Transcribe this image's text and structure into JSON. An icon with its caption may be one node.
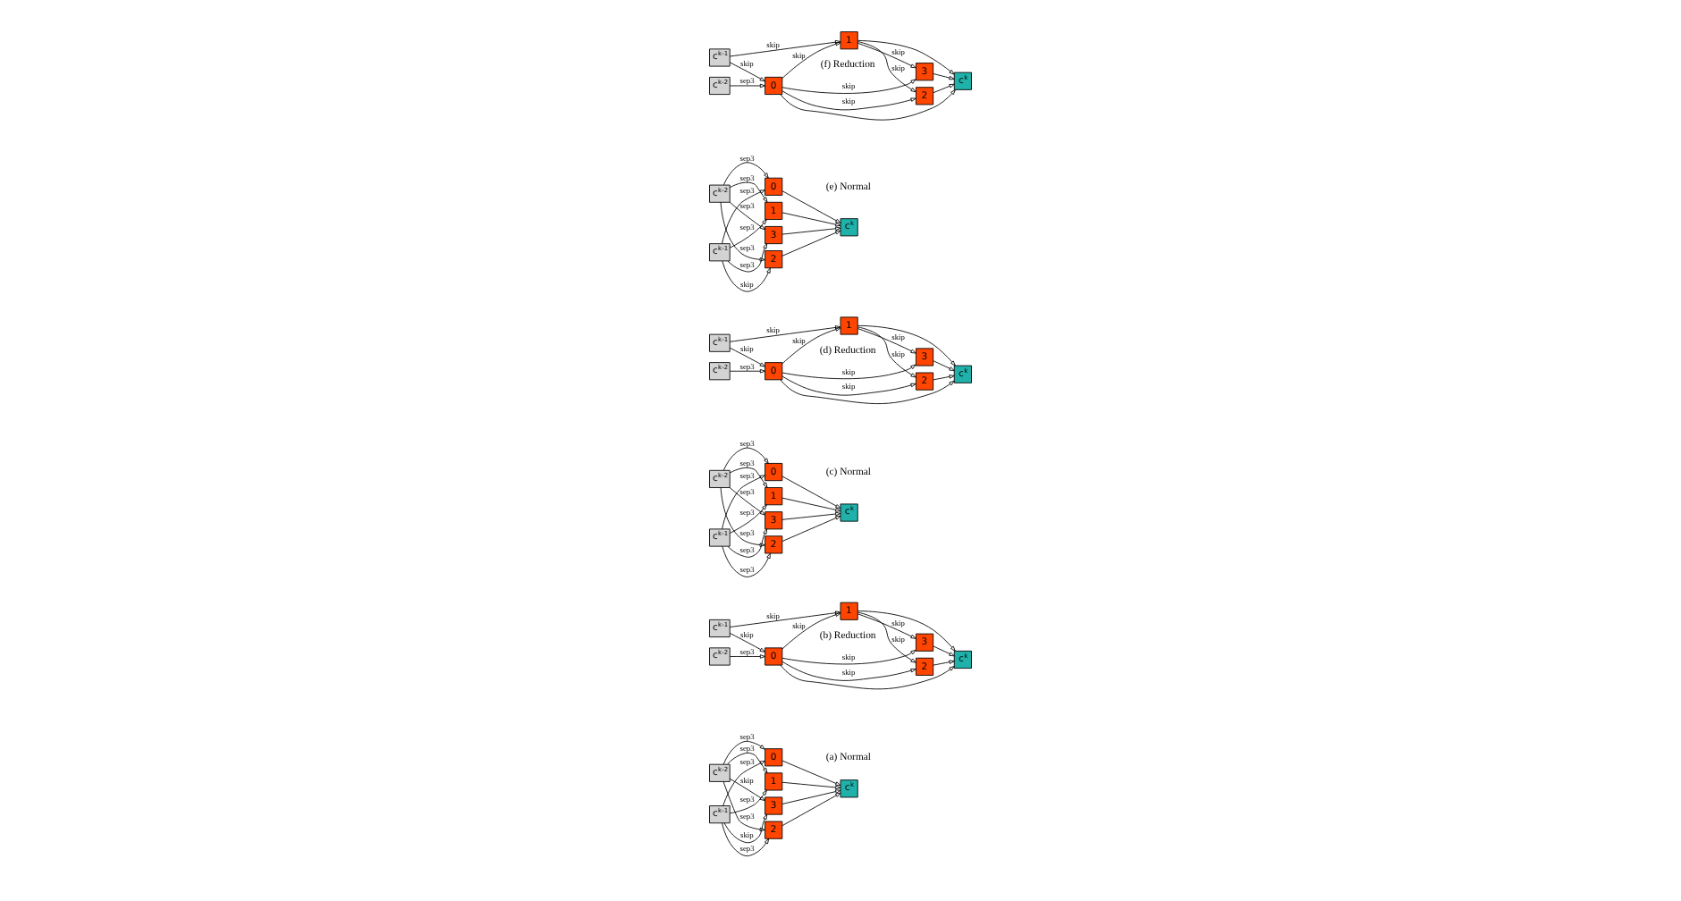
{
  "diagram": {
    "nodes": [
      {
        "text": [
          "c$^{k-2}$"
        ]
      },
      {
        "text": [
          "c$^{k-1}$"
        ]
      },
      {
        "text": [
          "0"
        ]
      },
      {
        "text": [
          "1"
        ]
      },
      {
        "text": [
          "2"
        ]
      },
      {
        "text": [
          "3"
        ]
      },
      {
        "text": [
          "c$^{k}$"
        ]
      },
      {
        "text": [
          "c$^{k-1}$"
        ]
      },
      {
        "text": [
          "c$^{k-2}$"
        ]
      },
      {
        "text": [
          "0"
        ]
      },
      {
        "text": [
          "1"
        ]
      },
      {
        "text": [
          "2"
        ]
      },
      {
        "text": [
          "3"
        ]
      },
      {
        "text": [
          "c$^{k}$"
        ]
      },
      {
        "text": [
          "c$^{k-2}$"
        ]
      },
      {
        "text": [
          "c$^{k-1}$"
        ]
      },
      {
        "text": [
          "0"
        ]
      },
      {
        "text": [
          "1"
        ]
      },
      {
        "text": [
          "2"
        ]
      },
      {
        "text": [
          "3"
        ]
      },
      {
        "text": [
          "c$^{k}$"
        ]
      },
      {
        "text": [
          "c$^{k-1}$"
        ]
      },
      {
        "text": [
          "c$^{k-2}$"
        ]
      },
      {
        "text": [
          "0"
        ]
      },
      {
        "text": [
          "1"
        ]
      },
      {
        "text": [
          "2"
        ]
      },
      {
        "text": [
          "3"
        ]
      },
      {
        "text": [
          "c$^{k}$"
        ]
      },
      {
        "text": [
          "c$^{k-2}$"
        ]
      },
      {
        "text": [
          "c$^{k-1}$"
        ]
      },
      {
        "text": [
          "0"
        ]
      },
      {
        "text": [
          "1"
        ]
      },
      {
        "text": [
          "2"
        ]
      },
      {
        "text": [
          "3"
        ]
      },
      {
        "text": [
          "c$^{k}$"
        ]
      },
      {
        "text": [
          "c$^{k-1}$"
        ]
      },
      {
        "text": [
          "c$^{k-2}$"
        ]
      },
      {
        "text": [
          "0"
        ]
      },
      {
        "text": [
          "1"
        ]
      },
      {
        "text": [
          "2"
        ]
      },
      {
        "text": [
          "3"
        ]
      },
      {
        "text": [
          "c$^{k}$"
        ]
      }
    ],
    "edges": [
      {
        "from": 0,
        "to": 2,
        "arrow": "to",
        "label": "sep3"
      },
      {
        "from": 0,
        "to": 5,
        "arrow": "to",
        "label": "skip"
      },
      {
        "from": 1,
        "to": 2,
        "arrow": "to",
        "label": "sep3"
      },
      {
        "from": 0,
        "to": 4,
        "arrow": "to",
        "label": "sep3"
      },
      {
        "from": 1,
        "to": 5,
        "arrow": "to",
        "label": "skip"
      },
      {
        "from": 0,
        "to": 3,
        "arrow": "to",
        "label": "sep3"
      },
      {
        "from": 1,
        "to": 4,
        "arrow": "to",
        "label": "sep3"
      },
      {
        "from": 1,
        "to": 3,
        "arrow": "to",
        "label": "sep3"
      },
      {
        "from": 2,
        "to": 6,
        "arrow": "to"
      },
      {
        "from": 5,
        "to": 6,
        "arrow": "to"
      },
      {
        "from": 4,
        "to": 6,
        "arrow": "to"
      },
      {
        "from": 3,
        "to": 6,
        "arrow": "to"
      },
      {
        "from": 7,
        "to": 10,
        "arrow": "to",
        "label": "skip"
      },
      {
        "from": 7,
        "to": 9,
        "arrow": "to",
        "label": "skip"
      },
      {
        "from": 8,
        "to": 9,
        "arrow": "to",
        "label": "sep3"
      },
      {
        "from": 9,
        "to": 11,
        "arrow": "to",
        "label": "skip"
      },
      {
        "from": 10,
        "to": 11,
        "arrow": "to",
        "label": "skip"
      },
      {
        "from": 9,
        "to": 10,
        "arrow": "to",
        "label": "skip"
      },
      {
        "from": 10,
        "to": 12,
        "arrow": "to",
        "label": "skip"
      },
      {
        "from": 9,
        "to": 12,
        "arrow": "to",
        "label": "skip"
      },
      {
        "from": 11,
        "to": 13,
        "arrow": "to"
      },
      {
        "from": 10,
        "to": 13,
        "arrow": "to"
      },
      {
        "from": 12,
        "to": 13,
        "arrow": "to"
      },
      {
        "from": 9,
        "to": 13,
        "arrow": "to"
      },
      {
        "from": 14,
        "to": 16,
        "arrow": "to",
        "label": "sep3"
      },
      {
        "from": 14,
        "to": 19,
        "arrow": "to",
        "label": "sep3"
      },
      {
        "from": 15,
        "to": 16,
        "arrow": "to",
        "label": "sep3"
      },
      {
        "from": 14,
        "to": 18,
        "arrow": "to",
        "label": "sep3"
      },
      {
        "from": 15,
        "to": 19,
        "arrow": "to",
        "label": "sep3"
      },
      {
        "from": 14,
        "to": 17,
        "arrow": "to",
        "label": "sep3"
      },
      {
        "from": 15,
        "to": 18,
        "arrow": "to",
        "label": "sep3"
      },
      {
        "from": 15,
        "to": 17,
        "arrow": "to",
        "label": "sep3"
      },
      {
        "from": 16,
        "to": 20,
        "arrow": "to"
      },
      {
        "from": 19,
        "to": 20,
        "arrow": "to"
      },
      {
        "from": 18,
        "to": 20,
        "arrow": "to"
      },
      {
        "from": 17,
        "to": 20,
        "arrow": "to"
      },
      {
        "from": 21,
        "to": 24,
        "arrow": "to",
        "label": "skip"
      },
      {
        "from": 21,
        "to": 23,
        "arrow": "to",
        "label": "skip"
      },
      {
        "from": 22,
        "to": 23,
        "arrow": "to",
        "label": "sep3"
      },
      {
        "from": 23,
        "to": 25,
        "arrow": "to",
        "label": "skip"
      },
      {
        "from": 24,
        "to": 25,
        "arrow": "to",
        "label": "skip"
      },
      {
        "from": 23,
        "to": 24,
        "arrow": "to",
        "label": "skip"
      },
      {
        "from": 24,
        "to": 26,
        "arrow": "to",
        "label": "skip"
      },
      {
        "from": 23,
        "to": 26,
        "arrow": "to",
        "label": "skip"
      },
      {
        "from": 25,
        "to": 27,
        "arrow": "to"
      },
      {
        "from": 24,
        "to": 27,
        "arrow": "to"
      },
      {
        "from": 26,
        "to": 27,
        "arrow": "to"
      },
      {
        "from": 23,
        "to": 27,
        "arrow": "to"
      },
      {
        "from": 28,
        "to": 30,
        "arrow": "to",
        "label": "sep3"
      },
      {
        "from": 28,
        "to": 33,
        "arrow": "to",
        "label": "sep3"
      },
      {
        "from": 29,
        "to": 30,
        "arrow": "to",
        "label": "sep3"
      },
      {
        "from": 28,
        "to": 32,
        "arrow": "to",
        "label": "sep3"
      },
      {
        "from": 29,
        "to": 33,
        "arrow": "to",
        "label": "sep3"
      },
      {
        "from": 28,
        "to": 31,
        "arrow": "to",
        "label": "sep3"
      },
      {
        "from": 29,
        "to": 32,
        "arrow": "to",
        "label": "skip"
      },
      {
        "from": 29,
        "to": 31,
        "arrow": "to",
        "label": "sep3"
      },
      {
        "from": 30,
        "to": 34,
        "arrow": "to"
      },
      {
        "from": 33,
        "to": 34,
        "arrow": "to"
      },
      {
        "from": 32,
        "to": 34,
        "arrow": "to"
      },
      {
        "from": 31,
        "to": 34,
        "arrow": "to"
      },
      {
        "from": 35,
        "to": 38,
        "arrow": "to",
        "label": "skip"
      },
      {
        "from": 35,
        "to": 37,
        "arrow": "to",
        "label": "skip"
      },
      {
        "from": 36,
        "to": 37,
        "arrow": "to",
        "label": "sep3"
      },
      {
        "from": 37,
        "to": 39,
        "arrow": "to",
        "label": "skip"
      },
      {
        "from": 38,
        "to": 39,
        "arrow": "to",
        "label": "skip"
      },
      {
        "from": 37,
        "to": 38,
        "arrow": "to",
        "label": "skip"
      },
      {
        "from": 38,
        "to": 40,
        "arrow": "to",
        "label": "skip"
      },
      {
        "from": 37,
        "to": 40,
        "arrow": "to",
        "label": "skip"
      },
      {
        "from": 39,
        "to": 41,
        "arrow": "to"
      },
      {
        "from": 38,
        "to": 41,
        "arrow": "to"
      },
      {
        "from": 40,
        "to": 41,
        "arrow": "to"
      },
      {
        "from": 37,
        "to": 41,
        "arrow": "to"
      }
    ],
    "labels": [
      "(a) Normal",
      "(b) Reduction",
      "(c) Normal",
      "(d) Reduction",
      "(e) Normal",
      "(f) Reduction"
    ]
  }
}
